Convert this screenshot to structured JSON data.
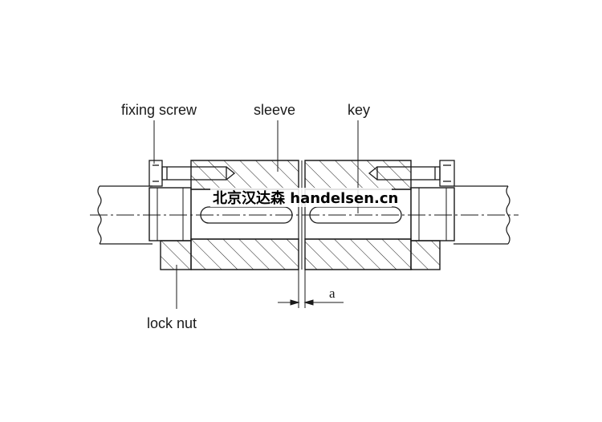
{
  "labels": {
    "fixing_screw": "fixing screw",
    "sleeve": "sleeve",
    "key": "key",
    "lock_nut": "lock nut",
    "dimension_a": "a"
  },
  "watermark": "北京汉达森 handelsen.cn",
  "colors": {
    "line": "#1a1a1a",
    "background": "#ffffff",
    "watermark": "#000000"
  }
}
